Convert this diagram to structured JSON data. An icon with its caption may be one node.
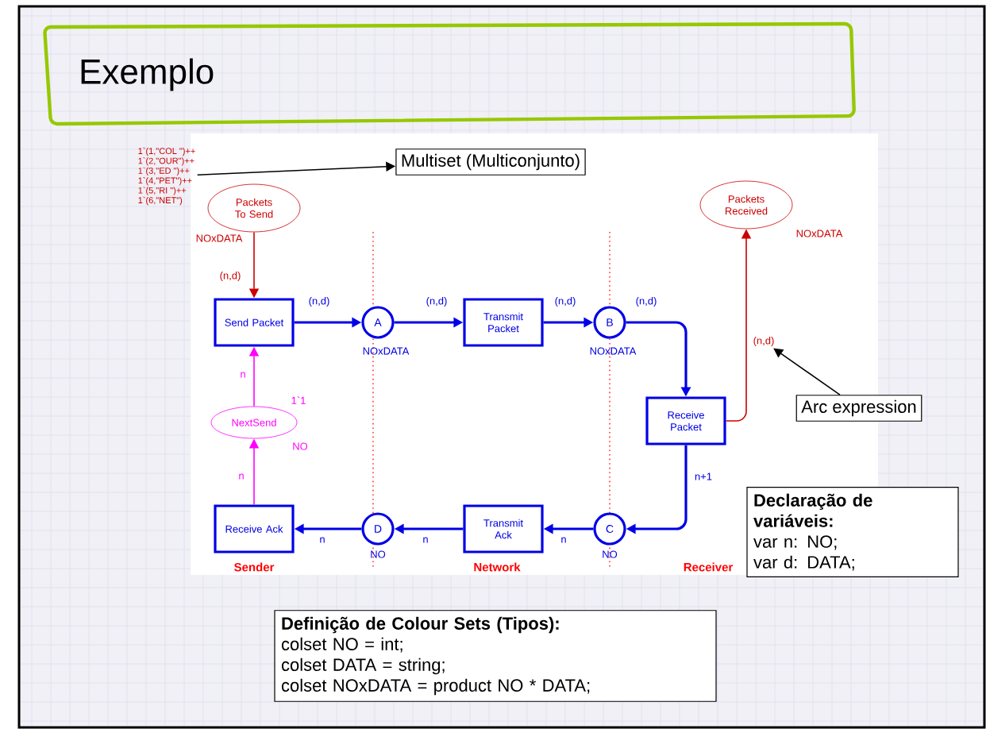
{
  "diagram": {
    "title": "Exemplo",
    "nodes": [
      {
        "text": [
          "1`(1,\"COL \")++",
          "1`(2,\"OUR\")++",
          "1`(3,\"ED \")++",
          "1`(4,\"PET\")++",
          "1`(5,\"RI \")++",
          "1`(6,\"NET\")"
        ]
      },
      {
        "text": [
          "Multiset (Multiconjunto)"
        ]
      },
      {
        "text": [
          "Packets To Send"
        ],
        "beside": [
          "NOxDATA"
        ]
      },
      {
        "text": [
          "Packets Received"
        ],
        "beside": [
          "NOxDATA"
        ]
      },
      {
        "text": [
          "Send Packet"
        ]
      },
      {
        "text": [
          "A"
        ],
        "beside": [
          "NOxDATA"
        ]
      },
      {
        "text": [
          "Transmit Packet"
        ]
      },
      {
        "text": [
          "B"
        ],
        "beside": [
          "NOxDATA"
        ]
      },
      {
        "text": [
          "(n,d)"
        ]
      },
      {
        "text": [
          "Arc expression"
        ]
      },
      {
        "text": [
          "NextSend"
        ],
        "beside": [
          "1`1",
          "NO"
        ]
      },
      {
        "text": [
          "Receive Packet"
        ]
      },
      {
        "text": [
          "Declaração de variáveis:",
          "var n: NO;",
          "var d: DATA;"
        ]
      },
      {
        "text": [
          "Receive Ack"
        ]
      },
      {
        "text": [
          "D"
        ],
        "beside": [
          "NO"
        ]
      },
      {
        "text": [
          "Transmit Ack"
        ]
      },
      {
        "text": [
          "C"
        ],
        "beside": [
          "NO"
        ]
      },
      {
        "text": [
          "Definição de Colour Sets (Tipos):",
          "colset NO = int;",
          "colset DATA = string;",
          "colset NOxDATA = product NO * DATA;"
        ]
      }
    ],
    "edges": [
      {
        "from": 2,
        "to": 4,
        "arrow": "to",
        "label": "(n,d)",
        "color": "#cc0000"
      },
      {
        "from": 4,
        "to": 5,
        "arrow": "to",
        "label": "(n,d)"
      },
      {
        "from": 5,
        "to": 6,
        "arrow": "to",
        "label": "(n,d)"
      },
      {
        "from": 6,
        "to": 7,
        "arrow": "to",
        "label": "(n,d)"
      },
      {
        "from": 7,
        "to": 11,
        "arrow": "to",
        "label": "(n,d)"
      },
      {
        "from": 11,
        "to": 3,
        "arrow": "to",
        "color": "#cc0000"
      },
      {
        "from": 11,
        "to": 16,
        "arrow": "to",
        "label": "n+1"
      },
      {
        "from": 16,
        "to": 15,
        "arrow": "to",
        "label": "n"
      },
      {
        "from": 15,
        "to": 14,
        "arrow": "to",
        "label": "n"
      },
      {
        "from": 14,
        "to": 13,
        "arrow": "to",
        "label": "n"
      },
      {
        "from": 13,
        "to": 10,
        "arrow": "to",
        "label": "n",
        "color": "#ff00ff"
      },
      {
        "from": 10,
        "to": 4,
        "arrow": "to",
        "label": "n",
        "color": "#ff00ff"
      },
      {
        "from": 0,
        "to": 1,
        "arrow": "to",
        "color": "#000000"
      },
      {
        "from": 9,
        "to": 8,
        "arrow": "to",
        "color": "#000000"
      }
    ],
    "labels": [
      "Sender",
      "Network",
      "Receiver"
    ]
  }
}
